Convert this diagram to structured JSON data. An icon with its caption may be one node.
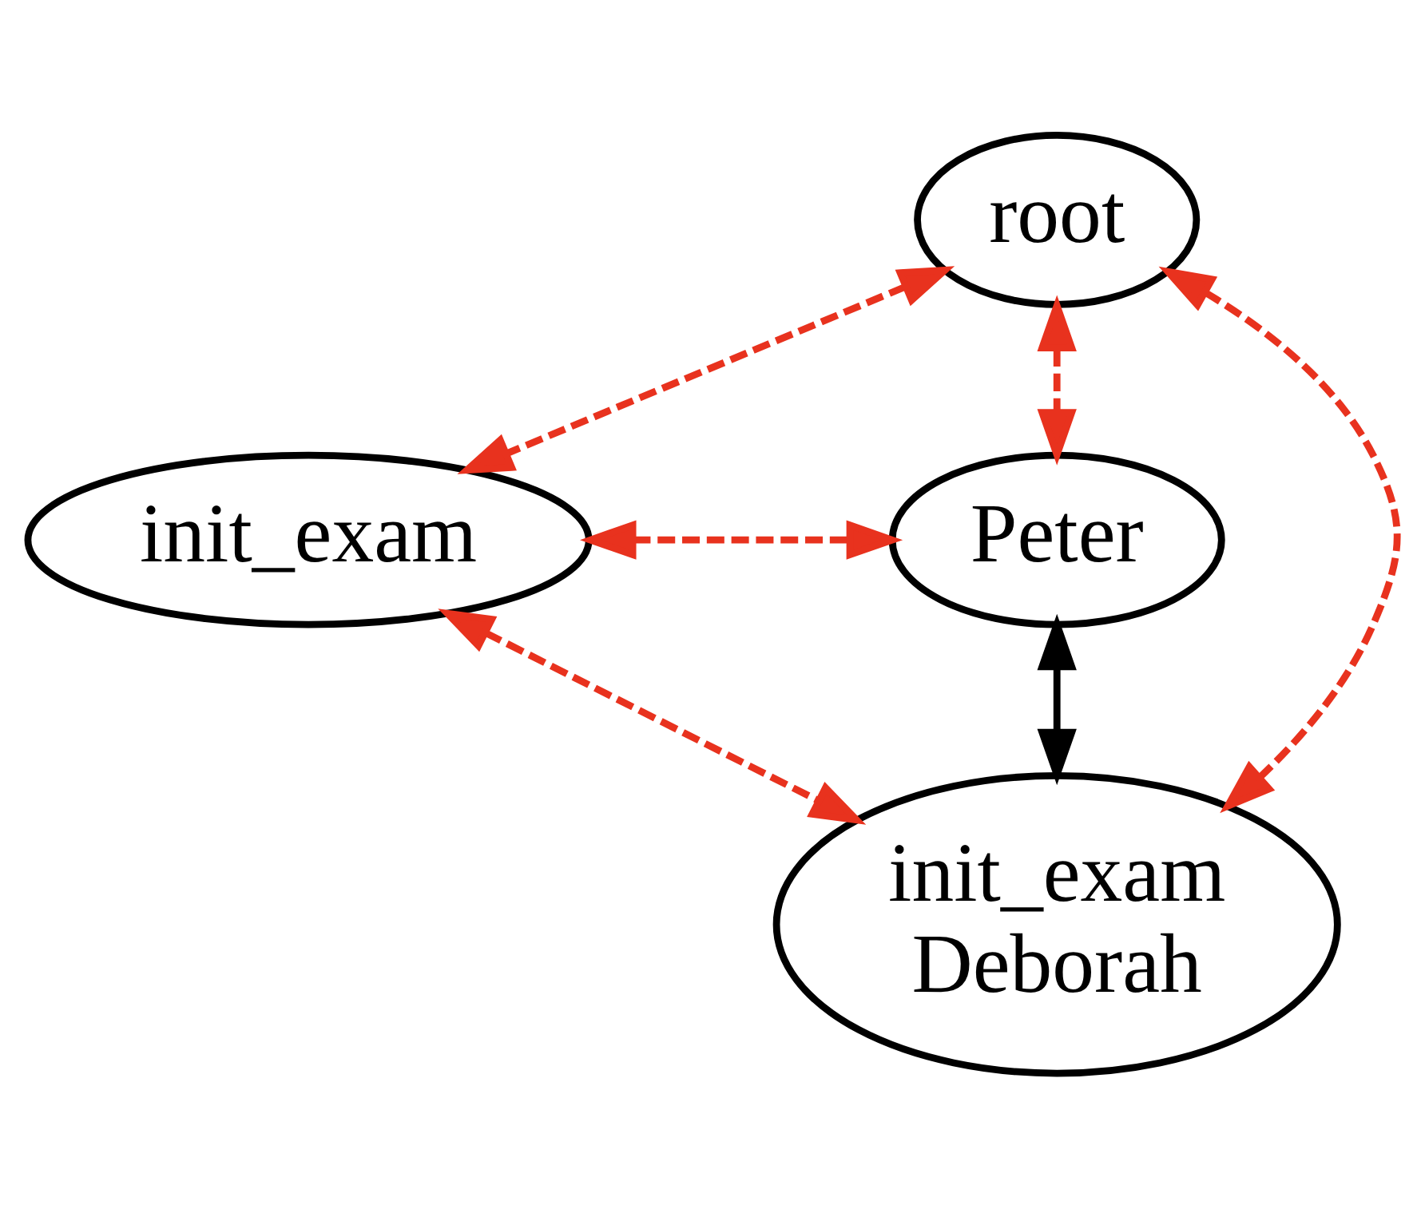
{
  "diagram": {
    "nodes": [
      {
        "text": [
          "root"
        ]
      },
      {
        "text": [
          "init_exam"
        ]
      },
      {
        "text": [
          "Peter"
        ]
      },
      {
        "text": [
          "init_exam",
          "Deborah"
        ]
      }
    ],
    "edges": [
      {
        "from": 0,
        "to": 1,
        "arrow": "both",
        "style": "dashed"
      },
      {
        "from": 0,
        "to": 3,
        "arrow": "both",
        "style": "dashed"
      },
      {
        "from": 0,
        "to": 2,
        "arrow": "both",
        "style": "dashed"
      },
      {
        "from": 1,
        "to": 2,
        "arrow": "both",
        "style": "dashed"
      },
      {
        "from": 1,
        "to": 3,
        "arrow": "both",
        "style": "dashed"
      },
      {
        "from": 2,
        "to": 3,
        "arrow": "both",
        "color": "#000000"
      }
    ]
  }
}
